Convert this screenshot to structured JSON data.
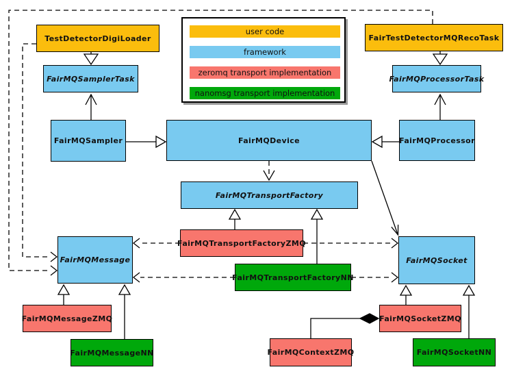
{
  "diagram": {
    "kind": "uml-class-diagram",
    "subject": "FairMQ framework classes and transport implementations"
  },
  "palette": {
    "user_code": "#FBBD0D",
    "framework": "#79CAF0",
    "zeromq": "#F8766D",
    "nanomsg": "#00A80B",
    "line": "#000000",
    "legend_shadow": "#9a9a9a"
  },
  "legend": {
    "items": [
      {
        "label": "user code",
        "color_key": "user_code"
      },
      {
        "label": "framework",
        "color_key": "framework"
      },
      {
        "label": "zeromq transport implementation",
        "color_key": "zeromq"
      },
      {
        "label": "nanomsg transport implementation",
        "color_key": "nanomsg"
      }
    ]
  },
  "nodes": {
    "test_detector_digi_loader": {
      "label": "TestDetectorDigiLoader",
      "category": "user_code",
      "abstract": false
    },
    "fair_test_detector_mq_reco_task": {
      "label": "FairTestDetectorMQRecoTask",
      "category": "user_code",
      "abstract": false
    },
    "fairmq_sampler_task": {
      "label": "FairMQSamplerTask",
      "category": "framework",
      "abstract": true
    },
    "fairmq_processor_task": {
      "label": "FairMQProcessorTask",
      "category": "framework",
      "abstract": true
    },
    "fairmq_sampler": {
      "label": "FairMQSampler",
      "category": "framework",
      "abstract": false
    },
    "fairmq_device": {
      "label": "FairMQDevice",
      "category": "framework",
      "abstract": false
    },
    "fairmq_processor": {
      "label": "FairMQProcessor",
      "category": "framework",
      "abstract": false
    },
    "fairmq_transport_factory": {
      "label": "FairMQTransportFactory",
      "category": "framework",
      "abstract": true
    },
    "fairmq_transport_factory_zmq": {
      "label": "FairMQTransportFactoryZMQ",
      "category": "zeromq",
      "abstract": false
    },
    "fairmq_transport_factory_nn": {
      "label": "FairMQTransportFactoryNN",
      "category": "nanomsg",
      "abstract": false
    },
    "fairmq_message": {
      "label": "FairMQMessage",
      "category": "framework",
      "abstract": true
    },
    "fairmq_socket": {
      "label": "FairMQSocket",
      "category": "framework",
      "abstract": true
    },
    "fairmq_message_zmq": {
      "label": "FairMQMessageZMQ",
      "category": "zeromq",
      "abstract": false
    },
    "fairmq_message_nn": {
      "label": "FairMQMessageNN",
      "category": "nanomsg",
      "abstract": false
    },
    "fairmq_context_zmq": {
      "label": "FairMQContextZMQ",
      "category": "zeromq",
      "abstract": false
    },
    "fairmq_socket_zmq": {
      "label": "FairMQSocketZMQ",
      "category": "zeromq",
      "abstract": false
    },
    "fairmq_socket_nn": {
      "label": "FairMQSocketNN",
      "category": "nanomsg",
      "abstract": false
    }
  },
  "edges": [
    {
      "from": "TestDetectorDigiLoader",
      "to": "FairMQSamplerTask",
      "type": "inheritance-hollow-triangle"
    },
    {
      "from": "FairTestDetectorMQRecoTask",
      "to": "FairMQProcessorTask",
      "type": "inheritance-hollow-triangle"
    },
    {
      "from": "FairMQSampler",
      "to": "FairMQSamplerTask",
      "type": "association-open-arrow"
    },
    {
      "from": "FairMQProcessor",
      "to": "FairMQProcessorTask",
      "type": "association-open-arrow"
    },
    {
      "from": "FairMQSampler",
      "to": "FairMQDevice",
      "type": "inheritance-hollow-triangle"
    },
    {
      "from": "FairMQProcessor",
      "to": "FairMQDevice",
      "type": "inheritance-hollow-triangle"
    },
    {
      "from": "FairMQDevice",
      "to": "FairMQTransportFactory",
      "type": "dependency-dashed-open-arrow"
    },
    {
      "from": "FairMQDevice",
      "to": "FairMQSocket",
      "type": "association-open-arrow"
    },
    {
      "from": "TestDetectorDigiLoader",
      "to": "FairMQMessage",
      "type": "dependency-dashed-open-arrow"
    },
    {
      "from": "FairTestDetectorMQRecoTask",
      "to": "FairMQMessage",
      "type": "dependency-dashed-open-arrow"
    },
    {
      "from": "FairMQTransportFactoryZMQ",
      "to": "FairMQTransportFactory",
      "type": "inheritance-hollow-triangle"
    },
    {
      "from": "FairMQTransportFactoryNN",
      "to": "FairMQTransportFactory",
      "type": "inheritance-hollow-triangle"
    },
    {
      "from": "FairMQTransportFactoryZMQ",
      "to": "FairMQMessage",
      "type": "dependency-dashed-open-arrow"
    },
    {
      "from": "FairMQTransportFactoryZMQ",
      "to": "FairMQSocket",
      "type": "dependency-dashed-open-arrow"
    },
    {
      "from": "FairMQTransportFactoryNN",
      "to": "FairMQMessage",
      "type": "dependency-dashed-open-arrow"
    },
    {
      "from": "FairMQTransportFactoryNN",
      "to": "FairMQSocket",
      "type": "dependency-dashed-open-arrow"
    },
    {
      "from": "FairMQMessageZMQ",
      "to": "FairMQMessage",
      "type": "inheritance-hollow-triangle"
    },
    {
      "from": "FairMQMessageNN",
      "to": "FairMQMessage",
      "type": "inheritance-hollow-triangle"
    },
    {
      "from": "FairMQSocketZMQ",
      "to": "FairMQSocket",
      "type": "inheritance-hollow-triangle"
    },
    {
      "from": "FairMQSocketNN",
      "to": "FairMQSocket",
      "type": "inheritance-hollow-triangle"
    },
    {
      "from": "FairMQContextZMQ",
      "to": "FairMQSocketZMQ",
      "type": "composition-filled-diamond"
    }
  ]
}
